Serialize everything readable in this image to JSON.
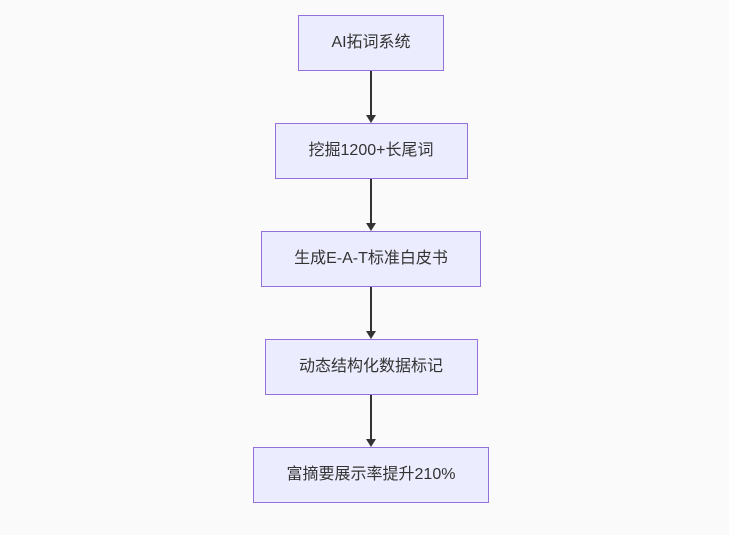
{
  "diagram": {
    "type": "flowchart",
    "direction": "top-down",
    "background_color": "#fafafa",
    "colors": {
      "node_fill": "#ececff",
      "node_border": "#9370db",
      "node_text": "#333333",
      "arrow": "#333333"
    },
    "nodes": [
      {
        "id": "n1",
        "label": "AI拓词系统"
      },
      {
        "id": "n2",
        "label": "挖掘1200+长尾词"
      },
      {
        "id": "n3",
        "label": "生成E-A-T标准白皮书"
      },
      {
        "id": "n4",
        "label": "动态结构化数据标记"
      },
      {
        "id": "n5",
        "label": "富摘要展示率提升210%"
      }
    ],
    "edges": [
      {
        "from": "n1",
        "to": "n2",
        "label": ""
      },
      {
        "from": "n2",
        "to": "n3",
        "label": ""
      },
      {
        "from": "n3",
        "to": "n4",
        "label": ""
      },
      {
        "from": "n4",
        "to": "n5",
        "label": ""
      }
    ]
  }
}
